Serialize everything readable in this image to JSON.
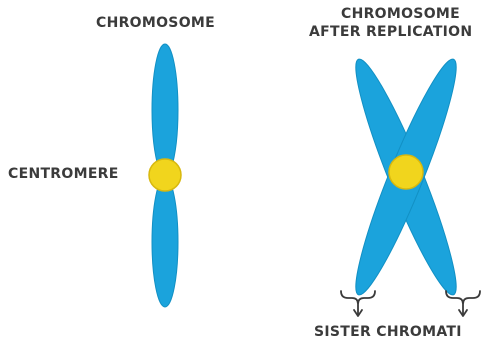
{
  "labels": {
    "chromosome": "CHROMOSOME",
    "after_line1": "CHROMOSOME",
    "after_line2": "AFTER REPLICATION",
    "centromere": "CENTROMERE",
    "sister": "SISTER CHROMATI"
  },
  "colors": {
    "chromatid": "#1ba3dc",
    "centromere": "#f1d51d",
    "centromere_edge": "#d8b80e",
    "text": "#3b3b3b"
  }
}
